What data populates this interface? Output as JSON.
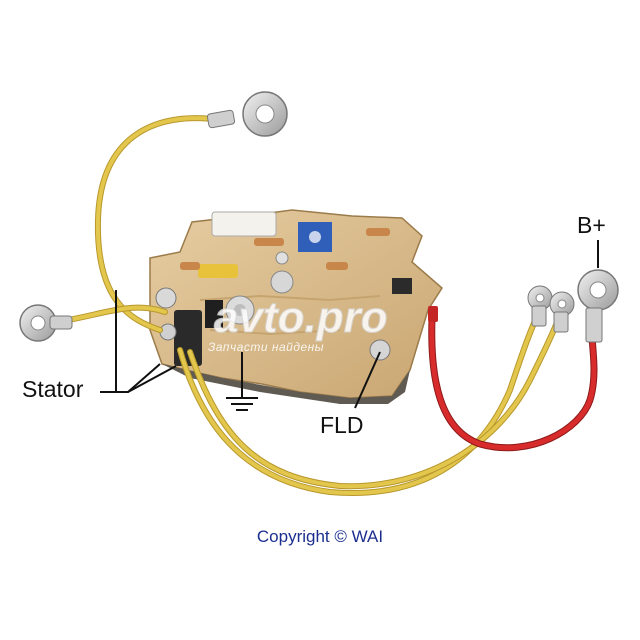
{
  "labels": {
    "stator": "Stator",
    "fld": "FLD",
    "b_plus": "B+"
  },
  "copyright": "Copyright © WAI",
  "watermark": {
    "logo_text": "avto.pro",
    "subtitle": "Запчасти найдены"
  },
  "colors": {
    "board": "#d8b98a",
    "yellow_wire": "#e0c14a",
    "red_wire": "#d42b2b",
    "copyright_text": "#1c2f8f"
  }
}
